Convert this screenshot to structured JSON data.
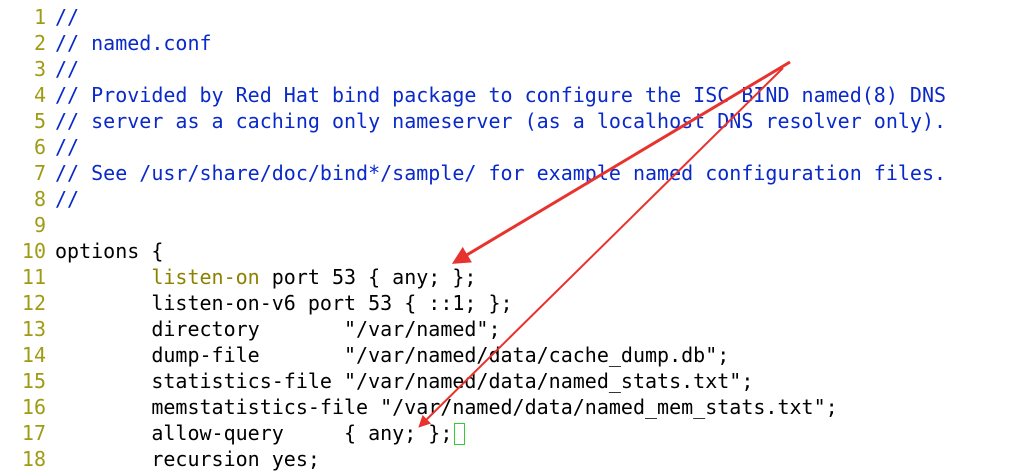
{
  "editor": {
    "lines": [
      {
        "num": "1",
        "segments": [
          {
            "cls": "comment",
            "text": "//"
          }
        ]
      },
      {
        "num": "2",
        "segments": [
          {
            "cls": "comment",
            "text": "// named.conf"
          }
        ]
      },
      {
        "num": "3",
        "segments": [
          {
            "cls": "comment",
            "text": "//"
          }
        ]
      },
      {
        "num": "4",
        "segments": [
          {
            "cls": "comment",
            "text": "// Provided by Red Hat bind package to configure the ISC BIND named(8) DNS"
          }
        ]
      },
      {
        "num": "5",
        "segments": [
          {
            "cls": "comment",
            "text": "// server as a caching only nameserver (as a localhost DNS resolver only)."
          }
        ]
      },
      {
        "num": "6",
        "segments": [
          {
            "cls": "comment",
            "text": "//"
          }
        ]
      },
      {
        "num": "7",
        "segments": [
          {
            "cls": "comment",
            "text": "// See /usr/share/doc/bind*/sample/ for example named configuration files."
          }
        ]
      },
      {
        "num": "8",
        "segments": [
          {
            "cls": "comment",
            "text": "//"
          }
        ]
      },
      {
        "num": "9",
        "segments": []
      },
      {
        "num": "10",
        "segments": [
          {
            "cls": "plain",
            "text": "options {"
          }
        ]
      },
      {
        "num": "11",
        "segments": [
          {
            "cls": "plain",
            "text": "        "
          },
          {
            "cls": "kw",
            "text": "listen-on"
          },
          {
            "cls": "plain",
            "text": " port 53 { any; };"
          }
        ]
      },
      {
        "num": "12",
        "segments": [
          {
            "cls": "plain",
            "text": "        listen-on-v6 port 53 { ::1; };"
          }
        ]
      },
      {
        "num": "13",
        "segments": [
          {
            "cls": "plain",
            "text": "        directory       \"/var/named\";"
          }
        ]
      },
      {
        "num": "14",
        "segments": [
          {
            "cls": "plain",
            "text": "        dump-file       \"/var/named/data/cache_dump.db\";"
          }
        ]
      },
      {
        "num": "15",
        "segments": [
          {
            "cls": "plain",
            "text": "        statistics-file \"/var/named/data/named_stats.txt\";"
          }
        ]
      },
      {
        "num": "16",
        "segments": [
          {
            "cls": "plain",
            "text": "        memstatistics-file \"/var/named/data/named_mem_stats.txt\";"
          }
        ]
      },
      {
        "num": "17",
        "segments": [
          {
            "cls": "plain",
            "text": "        allow-query     { any; };"
          }
        ],
        "cursor": true
      },
      {
        "num": "18",
        "segments": [
          {
            "cls": "plain",
            "text": "        recursion yes;"
          }
        ]
      }
    ]
  },
  "annotation": {
    "arrow_color": "#e8322d"
  }
}
